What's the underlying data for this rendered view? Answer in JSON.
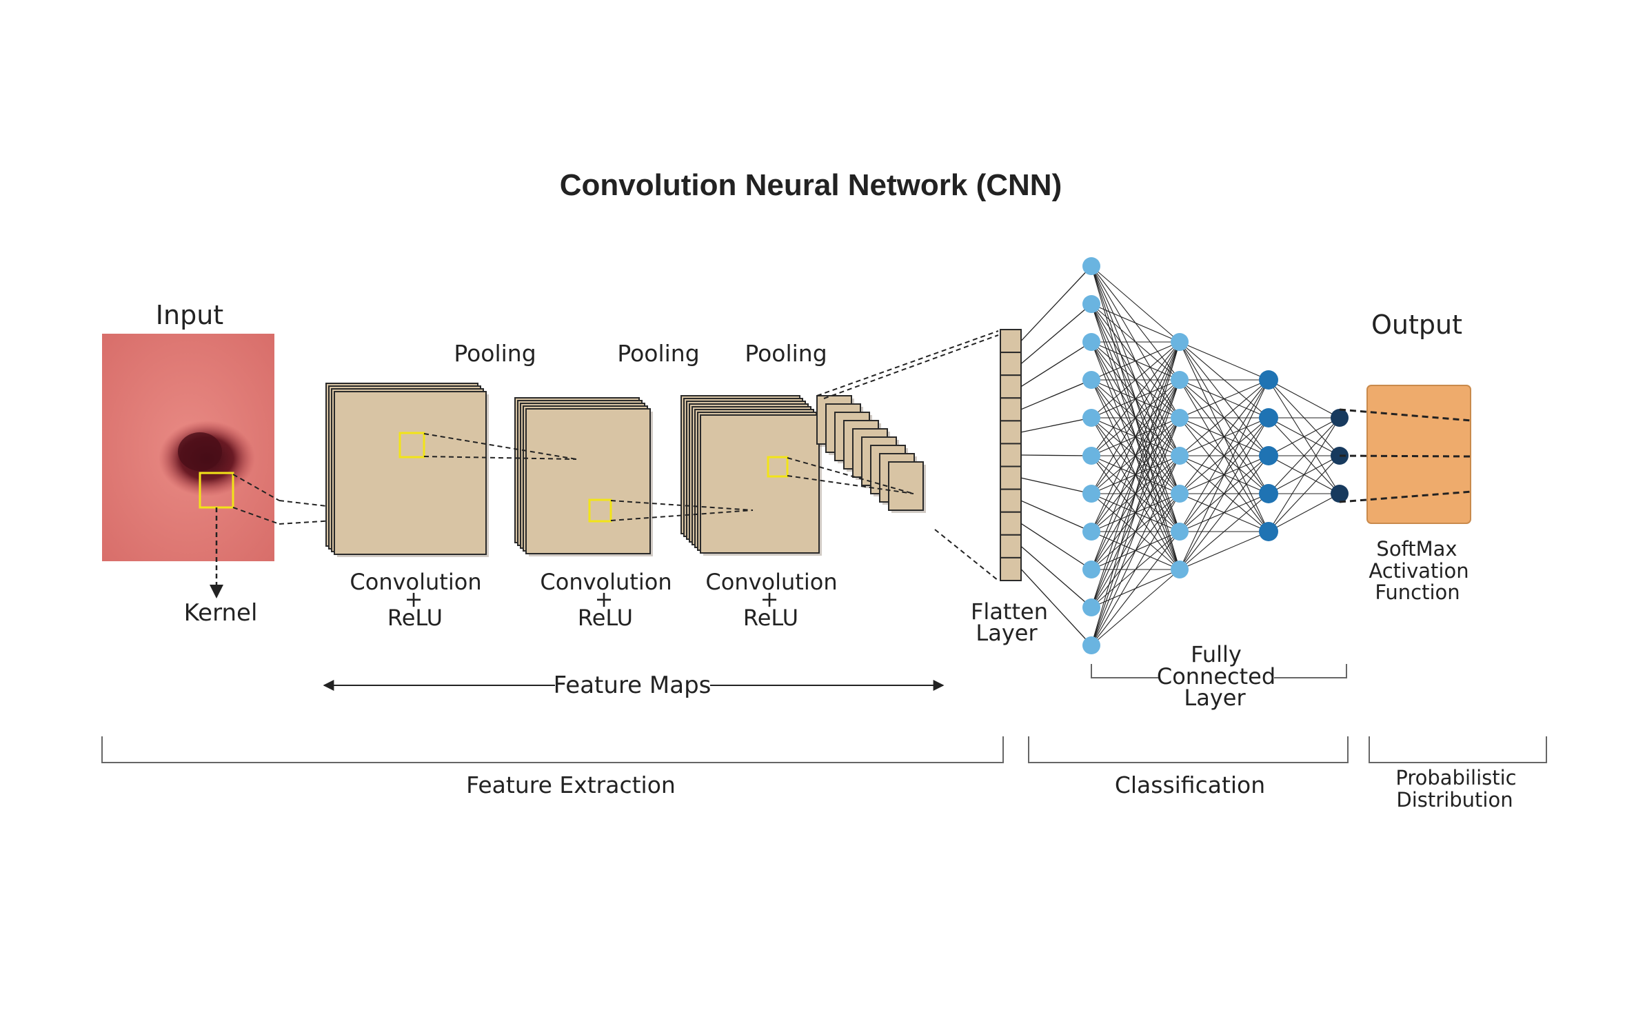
{
  "title": "Convolution  Neural  Network (CNN)",
  "labels": {
    "input": "Input",
    "kernel": "Kernel",
    "pooling_1": "Pooling",
    "pooling_2": "Pooling",
    "pooling_3": "Pooling",
    "conv_1": [
      "Convolution",
      "+",
      "ReLU"
    ],
    "conv_2": [
      "Convolution",
      "+",
      "ReLU"
    ],
    "conv_3": [
      "Convolution",
      "+",
      "ReLU"
    ],
    "feature_maps": "Feature  Maps",
    "flatten_layer": [
      "Flatten",
      "Layer"
    ],
    "fully_connected": [
      "Fully",
      "Connected",
      "Layer"
    ],
    "output": "Output",
    "softmax": [
      "SoftMax",
      "Activation",
      "Function"
    ]
  },
  "sections": {
    "feature_extraction": "Feature Extraction",
    "classification": "Classification",
    "probabilistic": [
      "Probabilistic",
      "Distribution"
    ]
  },
  "network": {
    "layer_sizes": [
      11,
      7,
      5,
      3
    ],
    "flatten_cells": 11
  },
  "colors": {
    "skin": "#e07a75",
    "lesion": "#5a1520",
    "kernel_box": "#f2e418",
    "map_fill": "#d8c4a4",
    "map_stroke": "#2a2a2a",
    "node_light": "#6ab4e0",
    "node_mid": "#1f73b3",
    "node_dark": "#173a5e",
    "output_box": "#eeab6c",
    "line": "#222222",
    "bracket": "#666666"
  }
}
